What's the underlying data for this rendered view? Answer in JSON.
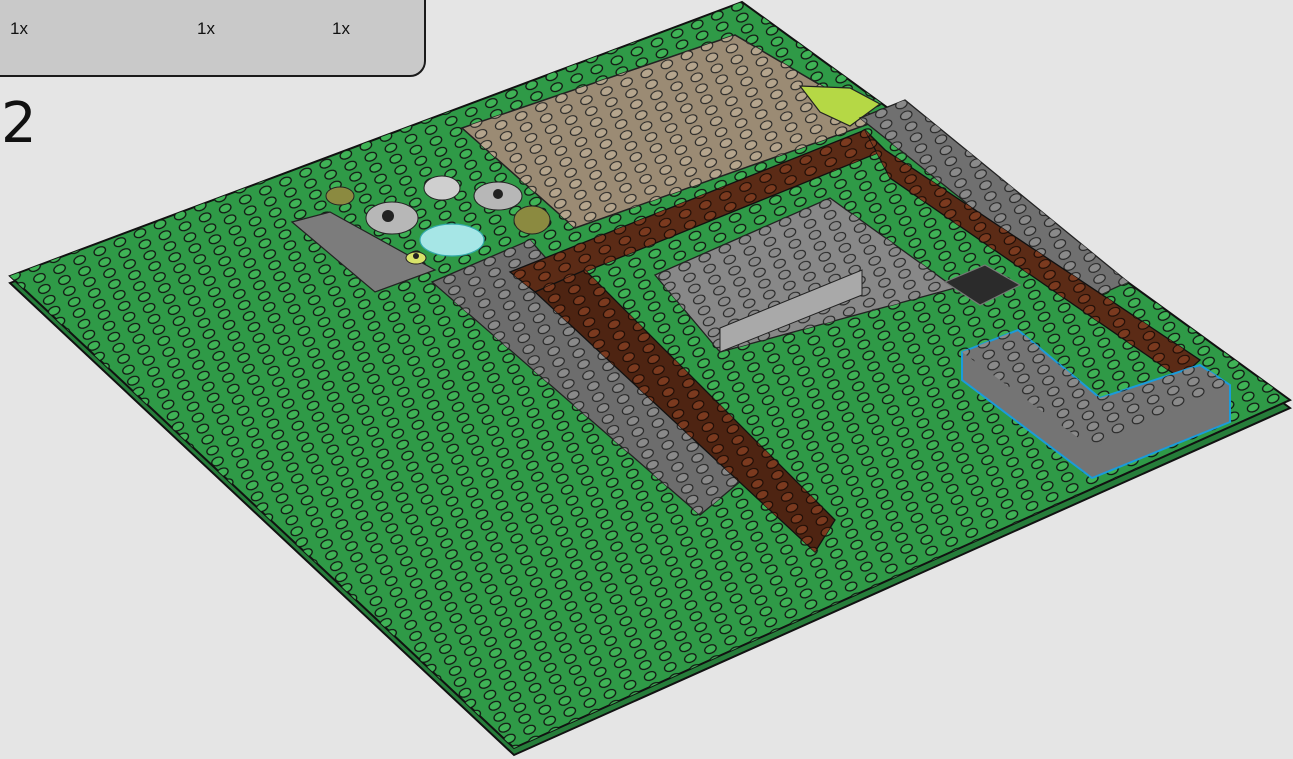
{
  "instructions": {
    "parts_panel": {
      "items": [
        {
          "quantity": "1x",
          "color": "#8b8b8b"
        },
        {
          "quantity": "1x",
          "color": "#8b8b8b"
        },
        {
          "quantity": "1x",
          "color": "#8b8b8b"
        }
      ]
    },
    "step": {
      "number": "2"
    }
  },
  "colors": {
    "background": "#e5e5e5",
    "baseplate_green": "#2f9a47",
    "baseplate_stud_top": "#3fb356",
    "tan_plate": "#9b8b74",
    "dark_gray": "#707070",
    "light_gray": "#b7b7b7",
    "reddish_brown": "#5b2b16",
    "lime": "#b5d845",
    "olive": "#8b8a40",
    "trans_light_blue": "#a6e6e6",
    "highlight_outline": "#1a9bdb"
  },
  "model": {
    "description_icon": "baseplate-build-icon"
  }
}
